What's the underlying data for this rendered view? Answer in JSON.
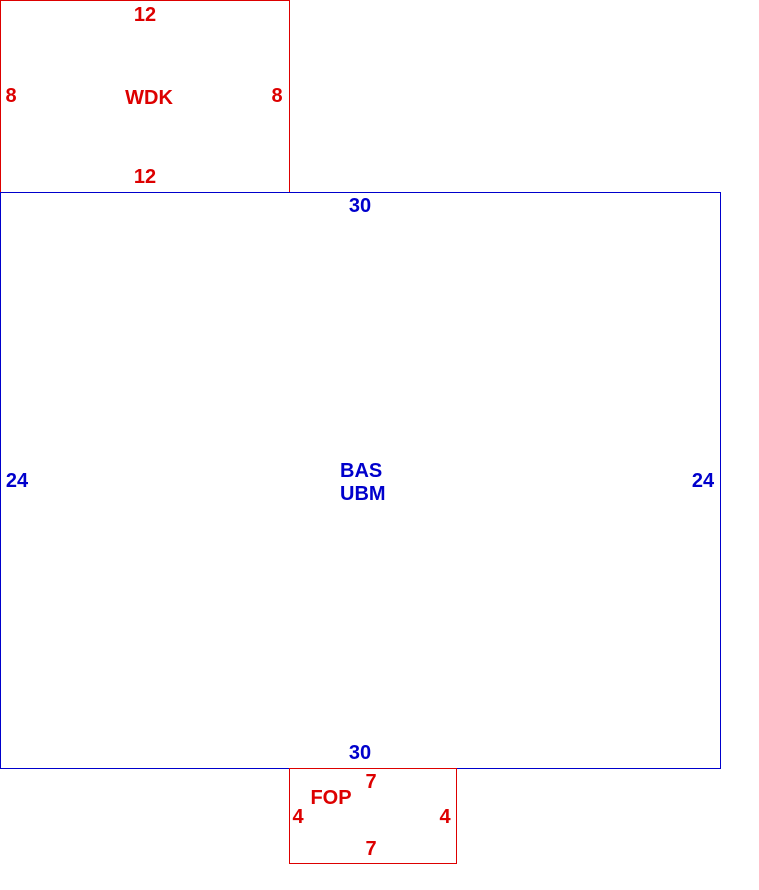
{
  "colors": {
    "deck": "#dd0000",
    "main": "#0000cc",
    "porch": "#dd0000"
  },
  "wdk": {
    "name": "WDK",
    "top": "12",
    "bottom": "12",
    "left": "8",
    "right": "8"
  },
  "bas": {
    "name_line1": "BAS",
    "name_line2": "UBM",
    "top": "30",
    "bottom": "30",
    "left": "24",
    "right": "24"
  },
  "fop": {
    "name": "FOP",
    "top": "7",
    "bottom": "7",
    "left": "4",
    "right": "4"
  }
}
